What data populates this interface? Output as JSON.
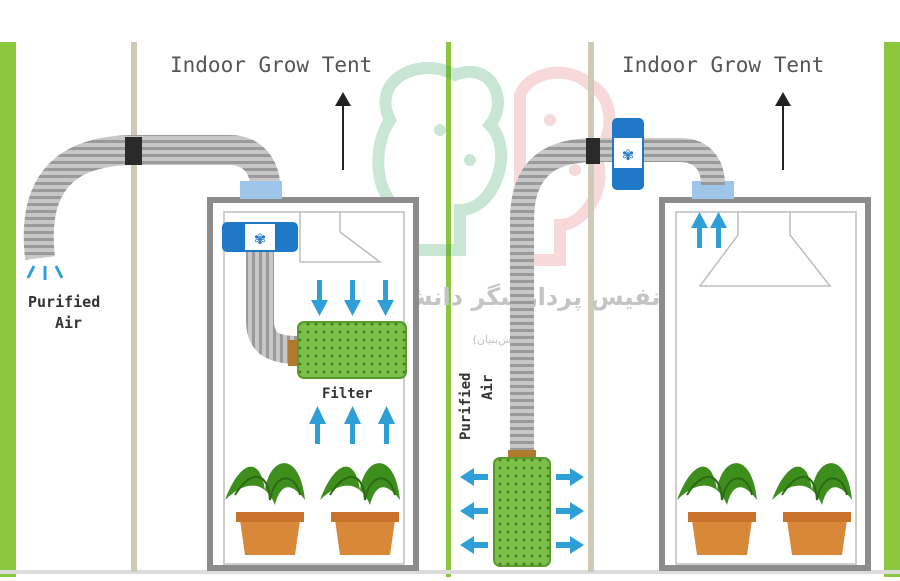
{
  "panels": [
    {
      "title": "Indoor Grow Tent",
      "exhaust_label_line1": "Purified",
      "exhaust_label_line2": "Air",
      "filter_label": "Filter"
    },
    {
      "title": "Indoor Grow Tent",
      "exhaust_label_line1": "Purified",
      "exhaust_label_line2": "Air"
    }
  ],
  "watermark": {
    "text": "نفیس پردازشگر دانش",
    "subtext": "(دانش‌بنیان)"
  },
  "colors": {
    "green_bar": "#8cc63f",
    "duct": "#b5b5b5",
    "fan": "#1f78c8",
    "arrow": "#2f9fd8",
    "filter": "#7cc04a",
    "pot": "#d9883a",
    "leaf": "#3e8e1e",
    "tent": "#8c8c8c",
    "wall": "#cfc9b8"
  }
}
